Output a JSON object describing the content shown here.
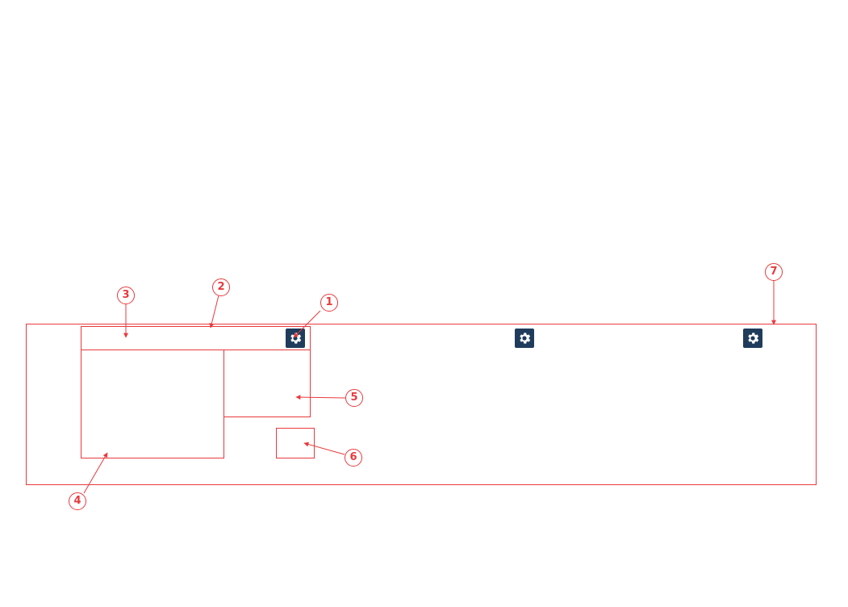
{
  "colors": {
    "annotation": "#e8393c",
    "gear_background": "#1f3c5c",
    "gear_foreground": "#ffffff"
  },
  "icons": [
    "gear-icon",
    "gear-icon",
    "gear-icon"
  ],
  "callouts": [
    "1",
    "2",
    "3",
    "4",
    "5",
    "6",
    "7"
  ]
}
